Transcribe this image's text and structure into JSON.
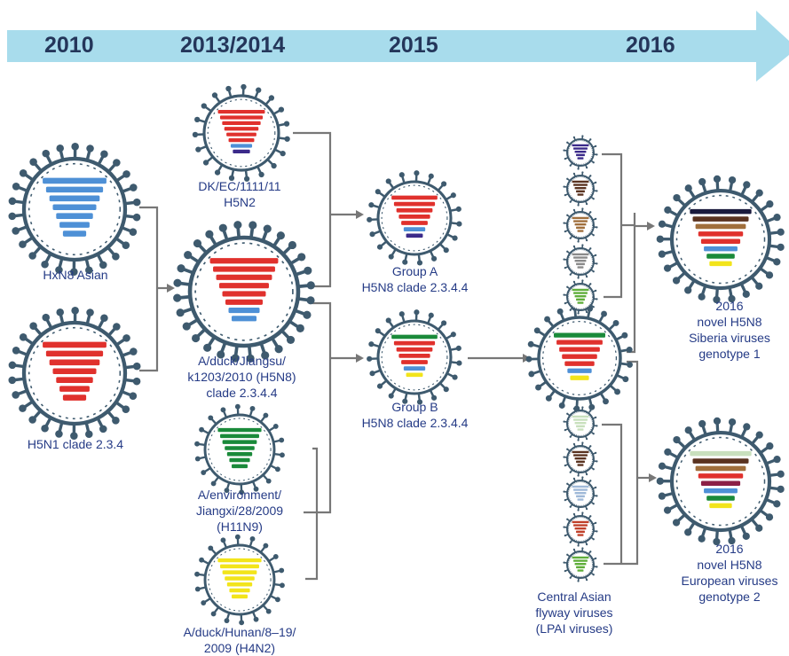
{
  "timeline": {
    "years": [
      "2010",
      "2013/2014",
      "2015",
      "2016"
    ]
  },
  "colors": {
    "arrow": "#a8dcec",
    "year_text": "#24365a",
    "label_text": "#253b86",
    "virus_outline": "#3e5a6e",
    "connector": "#777777"
  },
  "viruses": {
    "hxn8": {
      "label": [
        "HxN8 Asian"
      ],
      "bands": [
        "#4e90d6",
        "#4e90d6",
        "#4e90d6",
        "#4e90d6",
        "#4e90d6",
        "#4e90d6",
        "#4e90d6"
      ]
    },
    "h5n1": {
      "label": [
        "H5N1 clade 2.3.4"
      ],
      "bands": [
        "#e0312d",
        "#e0312d",
        "#e0312d",
        "#e0312d",
        "#e0312d",
        "#e0312d",
        "#e0312d"
      ]
    },
    "dk_ec": {
      "label": [
        "DK/EC/1111/11",
        "H5N2"
      ],
      "bands": [
        "#e0312d",
        "#e0312d",
        "#e0312d",
        "#e0312d",
        "#e0312d",
        "#e0312d",
        "#4e90d6",
        "#3b2a8a"
      ]
    },
    "jiangsu": {
      "label": [
        "A/duck/Jiangsu/",
        "k1203/2010 (H5N8)",
        "clade 2.3.4.4"
      ],
      "bands": [
        "#e0312d",
        "#e0312d",
        "#e0312d",
        "#e0312d",
        "#e0312d",
        "#e0312d",
        "#4e90d6",
        "#4e90d6"
      ]
    },
    "jiangxi": {
      "label": [
        "A/environment/",
        "Jiangxi/28/2009",
        "(H11N9)"
      ],
      "bands": [
        "#1a8a3a",
        "#1a8a3a",
        "#1a8a3a",
        "#1a8a3a",
        "#1a8a3a",
        "#1a8a3a",
        "#1a8a3a"
      ]
    },
    "hunan": {
      "label": [
        "A/duck/Hunan/8–19/",
        "2009 (H4N2)"
      ],
      "bands": [
        "#f2e41b",
        "#f2e41b",
        "#f2e41b",
        "#f2e41b",
        "#f2e41b",
        "#f2e41b",
        "#f2e41b"
      ]
    },
    "group_a": {
      "label": [
        "Group A",
        "H5N8 clade 2.3.4.4"
      ],
      "bands": [
        "#e0312d",
        "#e0312d",
        "#e0312d",
        "#e0312d",
        "#e0312d",
        "#4e90d6",
        "#3b2a8a"
      ]
    },
    "group_b": {
      "label": [
        "Group B",
        "H5N8 clade 2.3.4.4"
      ],
      "bands": [
        "#1a8a3a",
        "#e0312d",
        "#e0312d",
        "#e0312d",
        "#e0312d",
        "#4e90d6",
        "#f2e41b"
      ]
    },
    "central": {
      "bands": [
        "#1a8a3a",
        "#e0312d",
        "#e0312d",
        "#e0312d",
        "#e0312d",
        "#4e90d6",
        "#f2e41b"
      ]
    },
    "siberia": {
      "label": [
        "2016",
        "novel H5N8",
        "Siberia viruses",
        "genotype 1"
      ],
      "bands": [
        "#1a1a3d",
        "#5a3320",
        "#a06f3c",
        "#e0312d",
        "#e0312d",
        "#4e90d6",
        "#1a8a3a",
        "#f2e41b"
      ]
    },
    "european": {
      "label": [
        "2016",
        "novel H5N8",
        "European viruses",
        "genotype 2"
      ],
      "bands": [
        "#c8e0bd",
        "#5a3320",
        "#a06f3c",
        "#e0312d",
        "#8c2046",
        "#4e90d6",
        "#1a8a3a",
        "#f2e41b"
      ]
    }
  },
  "flyway_small": {
    "label": [
      "Central Asian",
      "flyway viruses",
      "(LPAI viruses)"
    ],
    "upper_colors": [
      "#3b2a8a",
      "#5a3320",
      "#a06f3c",
      "#8a8a8a",
      "#5fae3a"
    ],
    "lower_colors": [
      "#c8e0bd",
      "#5a3320",
      "#9fb9d8",
      "#c0402a",
      "#5fae3a"
    ]
  }
}
